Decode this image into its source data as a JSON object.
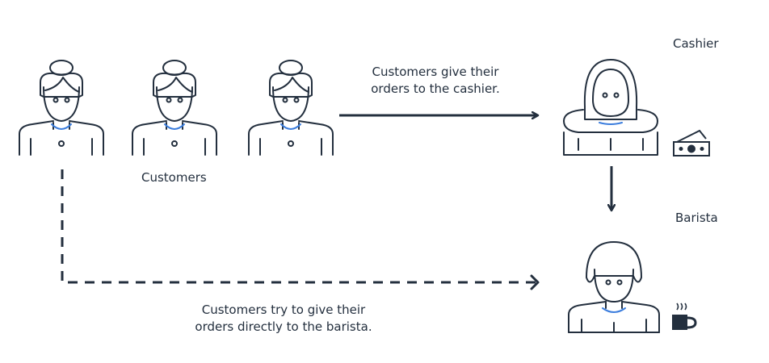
{
  "labels": {
    "customers": "Customers",
    "cashier": "Cashier",
    "barista": "Barista",
    "flow_to_cashier": [
      "Customers give their",
      "orders to the cashier."
    ],
    "flow_to_barista": [
      "Customers try to give their",
      "orders directly to the barista."
    ]
  },
  "icons": {
    "customer": "person-with-bun-icon",
    "cashier": "person-with-hood-icon",
    "barista": "person-with-short-hair-icon",
    "cash": "cash-bill-icon",
    "coffee": "coffee-mug-icon"
  },
  "colors": {
    "outline": "#232f3e",
    "accent": "#3b7ddd"
  }
}
